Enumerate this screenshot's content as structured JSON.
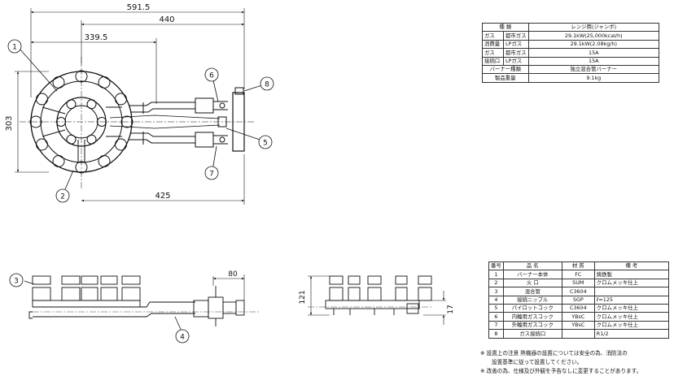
{
  "dimensions": {
    "d_591_5": "591.5",
    "d_440": "440",
    "d_339_5": "339.5",
    "d_303": "303",
    "d_425": "425",
    "d_80": "80",
    "d_121": "121",
    "d_17": "17"
  },
  "callouts": [
    "1",
    "2",
    "3",
    "4",
    "5",
    "6",
    "7",
    "8"
  ],
  "spec_table": {
    "header": {
      "label": "種 類",
      "value": "レンジ用(ジャンボ)"
    },
    "rows": [
      {
        "group": "ガス",
        "sub": "都市ガス",
        "value": "29.1kW(25,000kcal/h)"
      },
      {
        "group": "消費量",
        "sub": "LPガス",
        "value": "29.1kW(2.08kg/h)"
      },
      {
        "group": "ガス",
        "sub": "都市ガス",
        "value": "15A"
      },
      {
        "group": "接続口",
        "sub": "LPガス",
        "value": "15A"
      }
    ],
    "burner": {
      "label": "バーナー種類",
      "value": "独立混合管バーナー"
    },
    "weight": {
      "label": "製品重量",
      "value": "9.1kg"
    }
  },
  "parts_table": {
    "header": {
      "no": "番号",
      "name": "品 名",
      "material": "材 質",
      "remarks": "備 考"
    },
    "rows": [
      {
        "no": "1",
        "name": "バーナー本体",
        "material": "FC",
        "remarks": "鋳鉄製"
      },
      {
        "no": "2",
        "name": "火 口",
        "material": "SUM",
        "remarks": "クロムメッキ仕上"
      },
      {
        "no": "3",
        "name": "混合管",
        "material": "C3604",
        "remarks": ""
      },
      {
        "no": "4",
        "name": "接続ニップル",
        "material": "SGP",
        "remarks": "ℓ=125"
      },
      {
        "no": "5",
        "name": "パイロットコック",
        "material": "C3604",
        "remarks": "クロムメッキ仕上"
      },
      {
        "no": "6",
        "name": "内輪用ガスコック",
        "material": "YBsC",
        "remarks": "クロムメッキ仕上"
      },
      {
        "no": "7",
        "name": "外輪用ガスコック",
        "material": "YBsC",
        "remarks": "クロムメッキ仕上"
      },
      {
        "no": "8",
        "name": "ガス接続口",
        "material": "",
        "remarks": "R1/2"
      }
    ]
  },
  "notes": [
    "※ 設置上の注意 熱機器の設置については安全の為、消防法の",
    "設置基準に従って設置してください。",
    "※ 改善の為、仕様及び外観を予告なしに変更することがあります。"
  ]
}
